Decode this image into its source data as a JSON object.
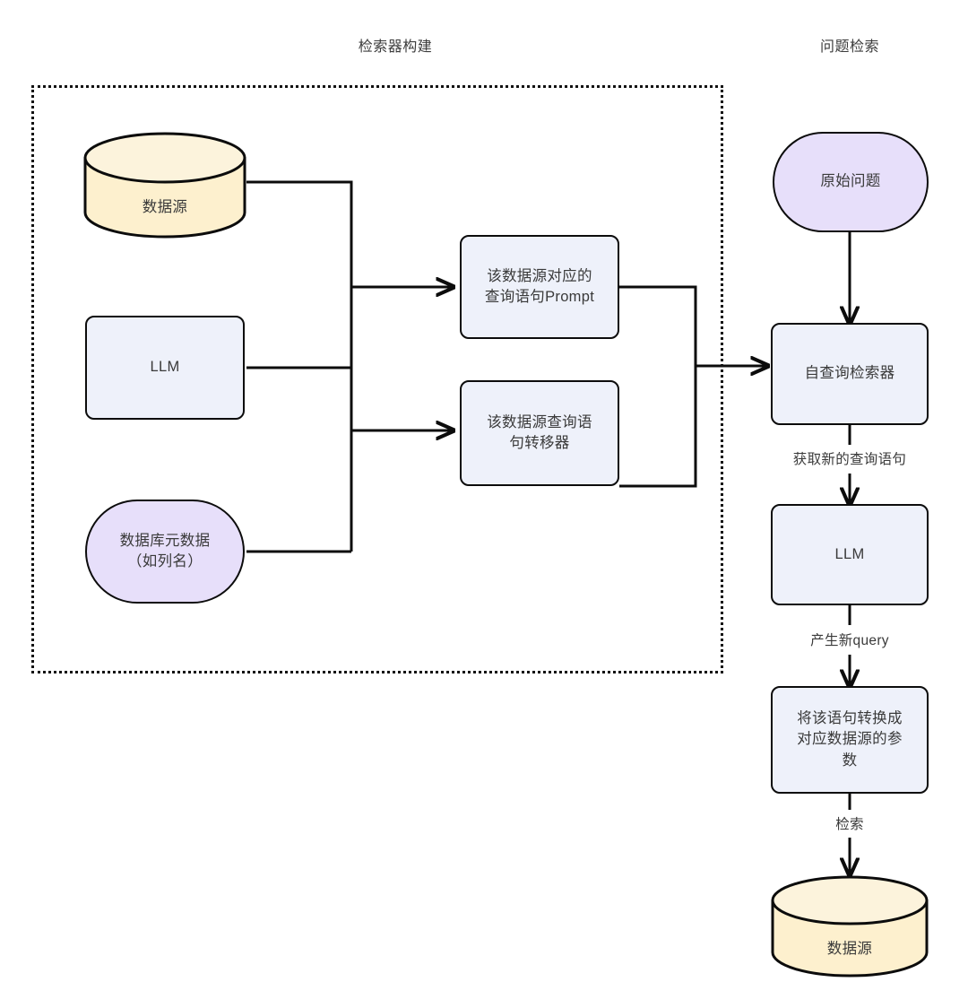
{
  "diagram": {
    "title_left": "检索器构建",
    "title_right": "问题检索",
    "colors": {
      "cylinder_fill": "#fdf0ce",
      "cylinder_top_fill": "#fcf3dc",
      "box_fill": "#eef1fa",
      "stadium_fill": "#e7dffa",
      "stroke": "#0c0c0c",
      "text": "#3a3a3a"
    },
    "nodes": {
      "data_source_left": "数据源",
      "llm_left": "LLM",
      "db_metadata": "数据库元数据\n（如列名）",
      "query_prompt": "该数据源对应的\n查询语句Prompt",
      "query_transfer": "该数据源查询语\n句转移器",
      "original_question": "原始问题",
      "self_query_retriever": "自查询检索器",
      "llm_right": "LLM",
      "convert_params": "将该语句转换成\n对应数据源的参\n数",
      "data_source_right": "数据源"
    },
    "edge_labels": {
      "get_new_query": "获取新的查询语句",
      "produce_new_query": "产生新query",
      "retrieve": "检索"
    }
  }
}
